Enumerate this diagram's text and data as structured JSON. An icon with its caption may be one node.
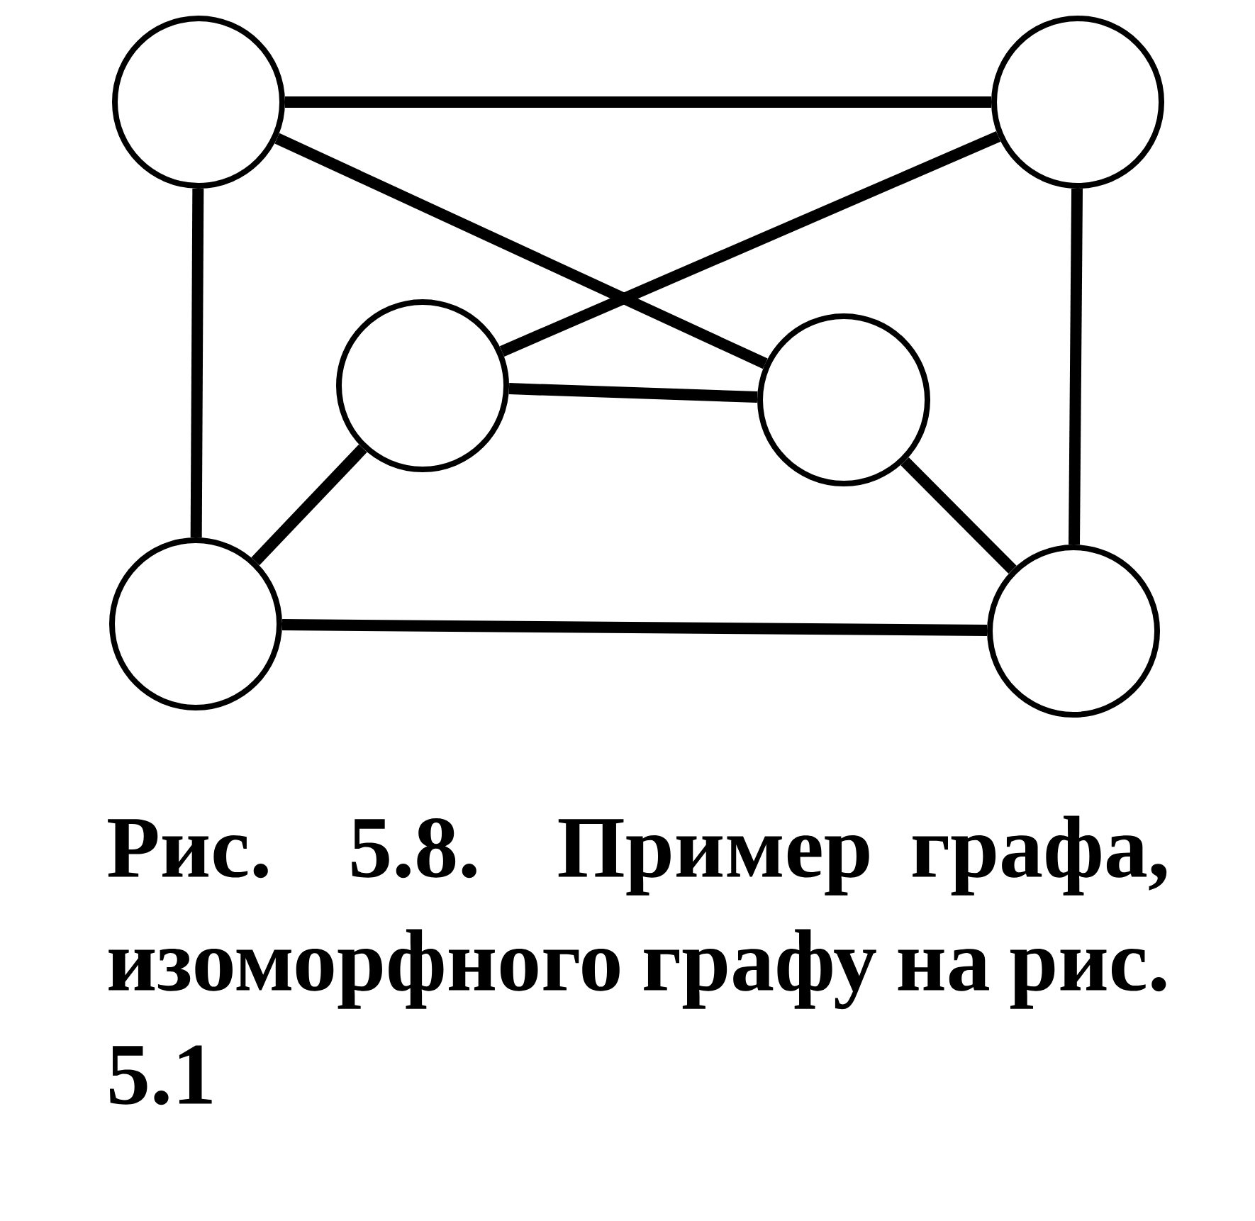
{
  "diagram": {
    "caption": "Рис. 5.8. Пример графа, изоморфного графу на рис. 5.1",
    "nodes": [
      {
        "text": [],
        "shape": "circle"
      },
      {
        "text": [],
        "shape": "circle"
      },
      {
        "text": [],
        "shape": "circle"
      },
      {
        "text": [],
        "shape": "circle"
      },
      {
        "text": [],
        "shape": "circle"
      },
      {
        "text": [],
        "shape": "circle"
      }
    ],
    "edges": [
      {
        "from": 0,
        "to": 1,
        "arrow": "none"
      },
      {
        "from": 0,
        "to": 3,
        "arrow": "none"
      },
      {
        "from": 1,
        "to": 2,
        "arrow": "none"
      },
      {
        "from": 2,
        "to": 3,
        "arrow": "none"
      },
      {
        "from": 0,
        "to": 4,
        "arrow": "none"
      },
      {
        "from": 1,
        "to": 5,
        "arrow": "none"
      },
      {
        "from": 2,
        "to": 4,
        "arrow": "none"
      },
      {
        "from": 3,
        "to": 5,
        "arrow": "none"
      },
      {
        "from": 4,
        "to": 5,
        "arrow": "none"
      }
    ]
  }
}
